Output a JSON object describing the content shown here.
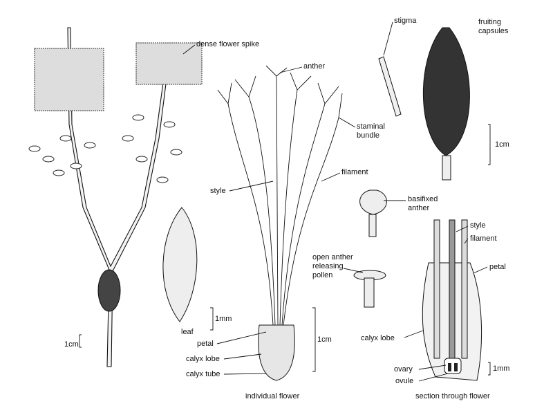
{
  "labels": {
    "dense_flower_spike": "dense flower spike",
    "anther": "anther",
    "stigma": "stigma",
    "fruiting_capsules": "fruiting\ncapsules",
    "staminal_bundle": "staminal\nbundle",
    "scale_capsules": "1cm",
    "filament_flower": "filament",
    "style_flower": "style",
    "basifixed_anther": "basifixed\nanther",
    "style_section": "style",
    "filament_section": "filament",
    "petal_section": "petal",
    "open_anther": "open anther\nreleasing\npollen",
    "scale_leaf": "1mm",
    "leaf": "leaf",
    "scale_flower": "1cm",
    "scale_branch": "1cm",
    "petal_flower": "petal",
    "calyx_lobe_flower": "calyx lobe",
    "calyx_tube": "calyx tube",
    "calyx_lobe_section": "calyx lobe",
    "ovary": "ovary",
    "ovule": "ovule",
    "scale_section": "1mm",
    "individual_flower": "individual flower",
    "section_through_flower": "section through flower"
  }
}
